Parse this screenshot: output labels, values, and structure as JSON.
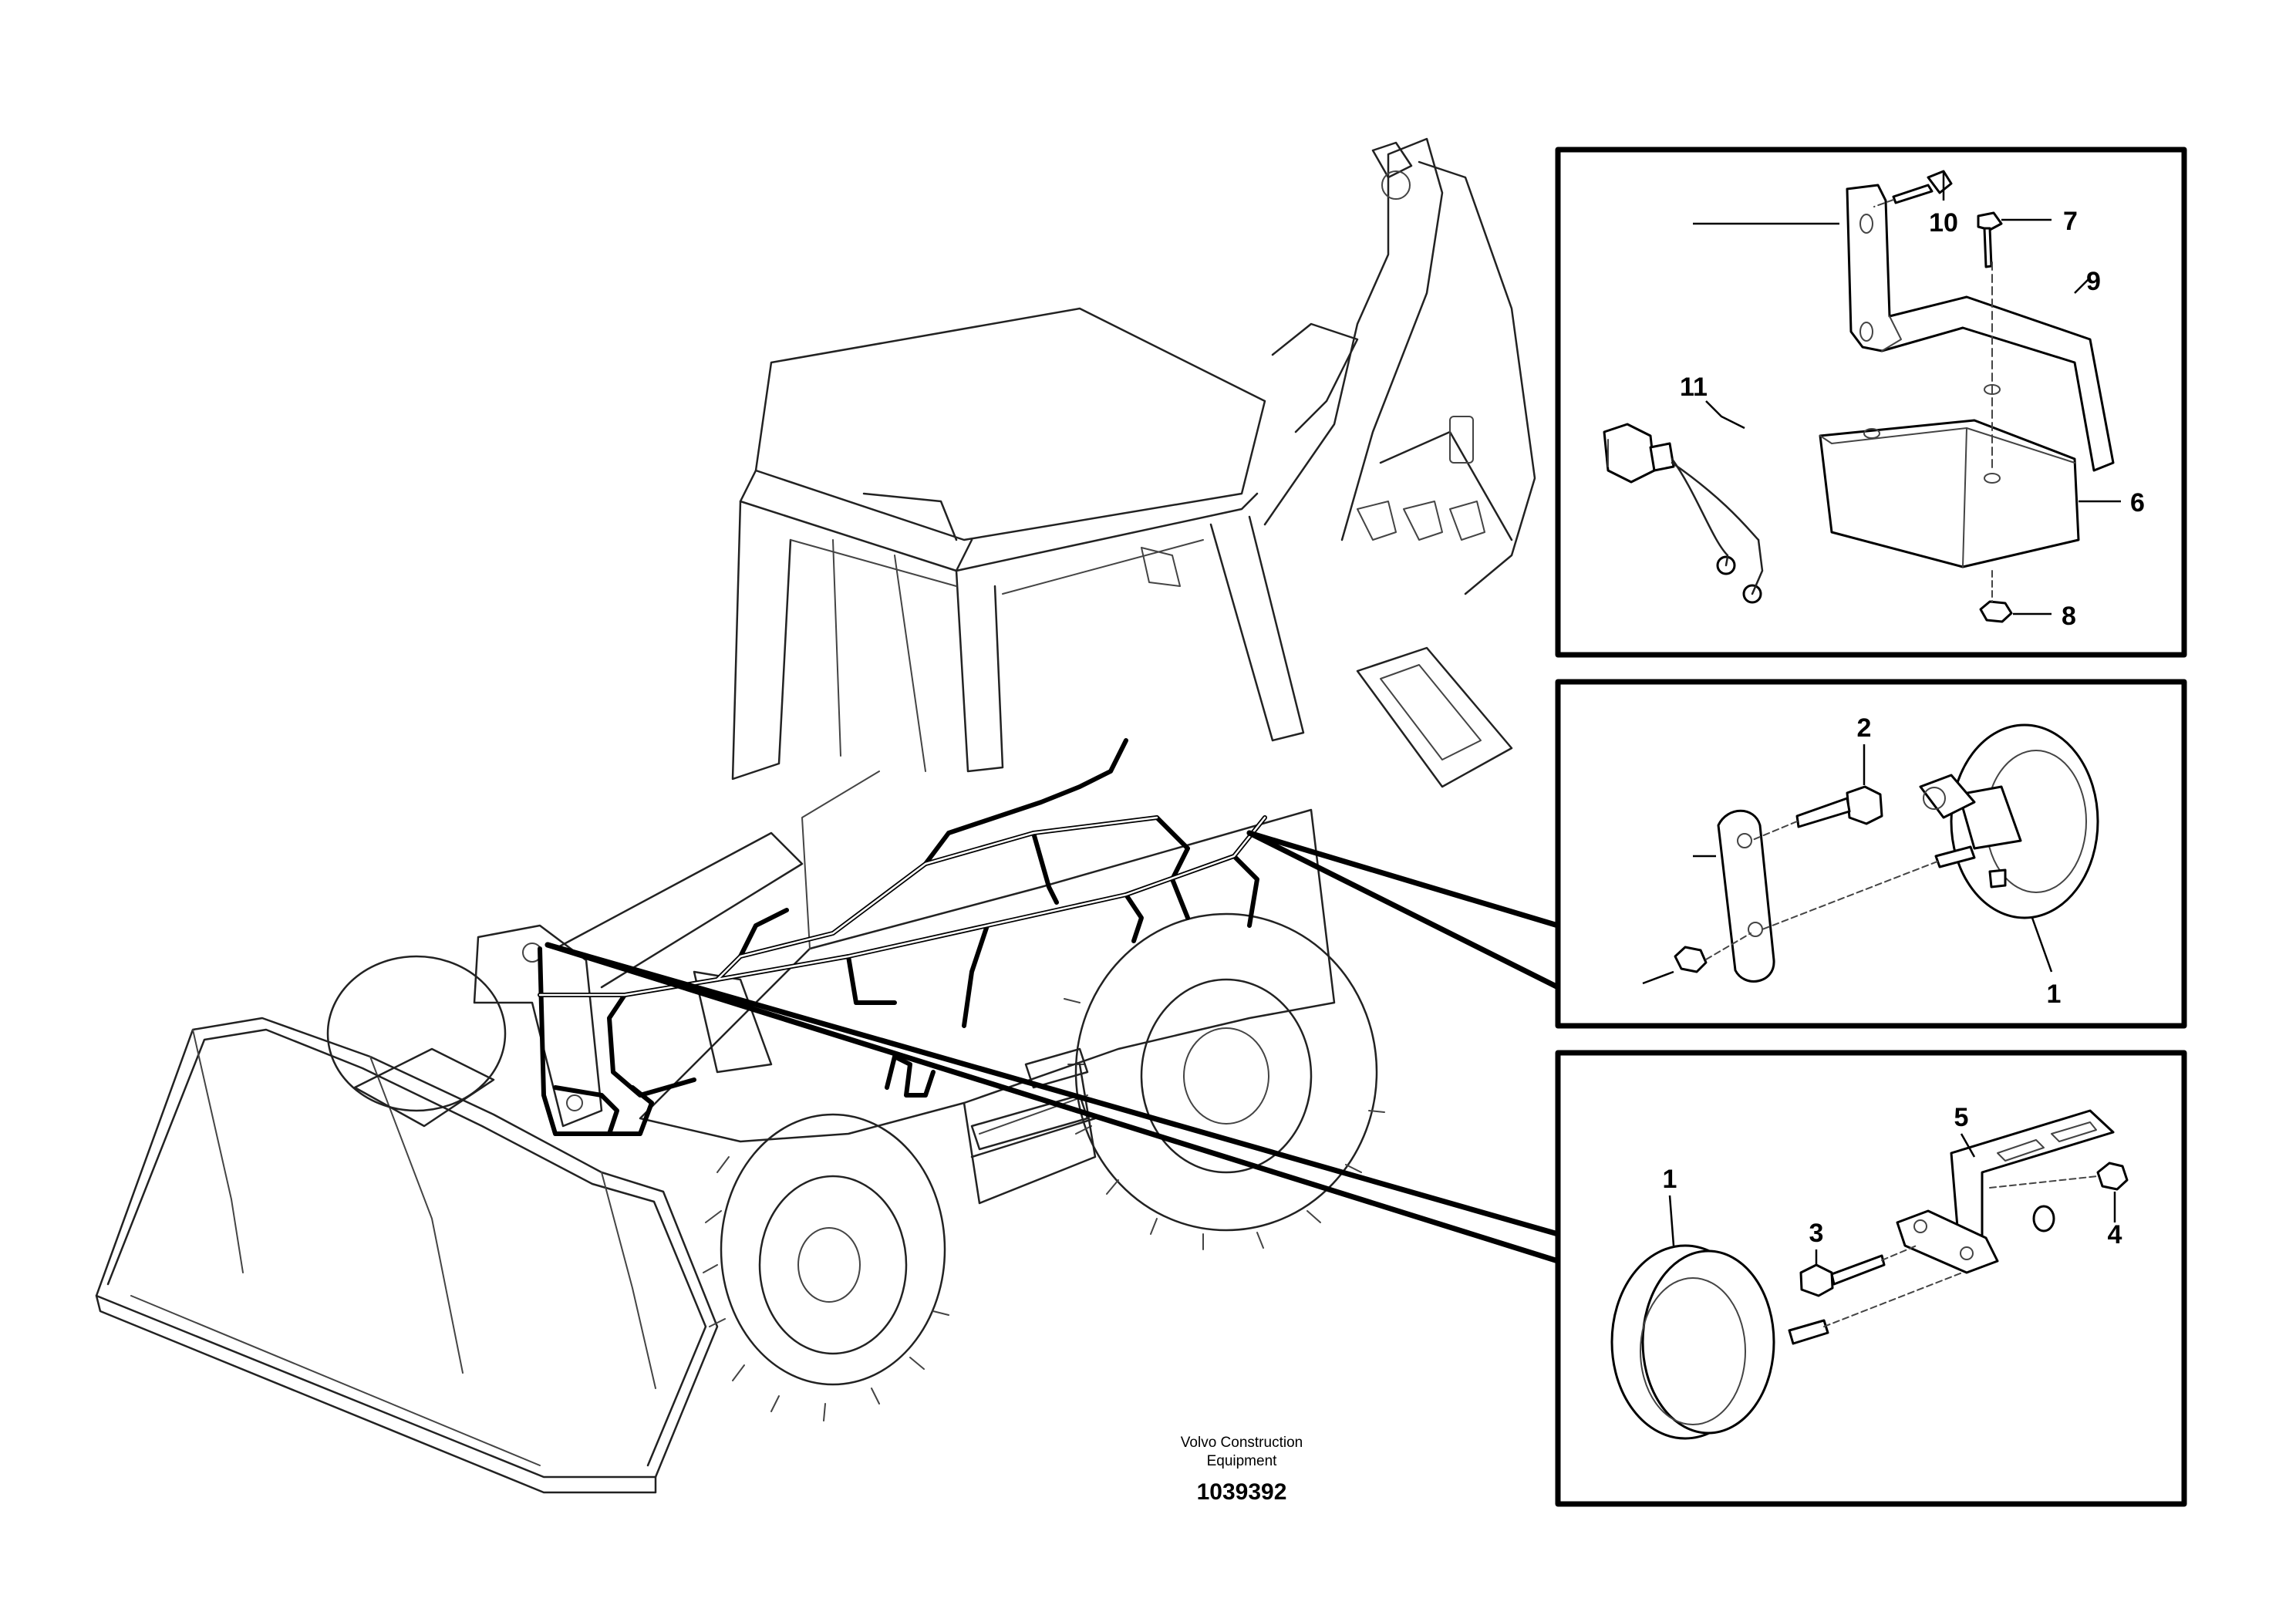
{
  "callouts": {
    "box1": {
      "c11": "11",
      "c10": "10",
      "c7": "7",
      "c9": "9",
      "c6": "6",
      "c8": "8"
    },
    "box2": {
      "c2": "2",
      "c1": "1"
    },
    "box3": {
      "c5": "5",
      "c1": "1",
      "c3": "3",
      "c4": "4"
    }
  },
  "footer": {
    "company_line1": "Volvo Construction",
    "company_line2": "Equipment",
    "document_number": "1039392"
  }
}
